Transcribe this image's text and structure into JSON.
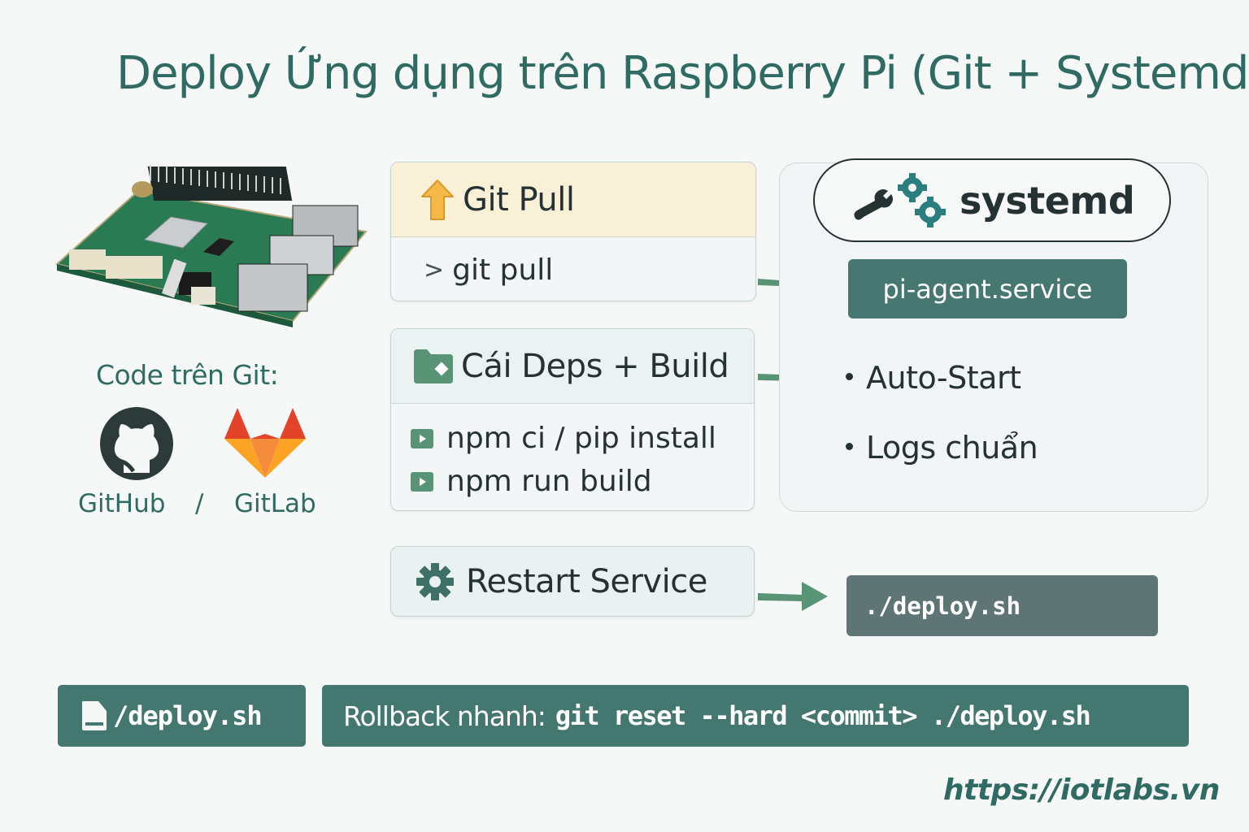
{
  "title": "Deploy Ứng dụng trên Raspberry Pi (Git + Systemd)",
  "source": {
    "label": "Code trên Git:",
    "github": "GitHub",
    "separator": "/",
    "gitlab": "GitLab"
  },
  "steps": {
    "pull": {
      "title": "Git Pull",
      "icon": "arrow-up-icon",
      "command_prompt": ">",
      "command": "git pull"
    },
    "build": {
      "title": "Cái Deps + Build",
      "icon": "folder-icon",
      "commands": [
        "npm ci / pip install",
        "npm run build"
      ]
    },
    "restart": {
      "title": "Restart Service",
      "icon": "gear-icon"
    }
  },
  "systemd": {
    "label": "systemd",
    "service": "pi-agent.service",
    "features": [
      "Auto-Start",
      "Logs chuẩn"
    ],
    "script": "./deploy.sh"
  },
  "bottom": {
    "file": "/deploy.sh",
    "rollback_label": "Rollback nhanh:",
    "rollback_cmd": "git reset --hard <commit> ./deploy.sh"
  },
  "footer": {
    "url": "https://iotlabs.vn"
  },
  "colors": {
    "brand_teal": "#2f6b62",
    "box_teal": "#437770",
    "arrow_green": "#5a9477",
    "pull_header": "#f8f1d8",
    "deploy_gray": "#5f7575"
  }
}
